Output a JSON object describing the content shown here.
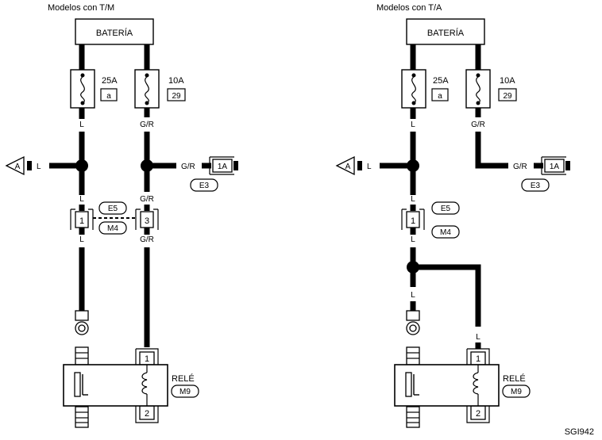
{
  "diagram_code": "SGI942",
  "left": {
    "title": "Modelos con T/M",
    "battery": "BATERÍA",
    "fuse_25": {
      "rating": "25A",
      "id": "a"
    },
    "fuse_10": {
      "rating": "10A",
      "id": "29"
    },
    "wire_L": "L",
    "wire_GR": "G/R",
    "connector_A": "A",
    "connector_1A": "1A",
    "connector_E3": "E3",
    "connector_E5": "E5",
    "connector_M4": "M4",
    "pin_1": "1",
    "pin_3": "3",
    "relay": "RELÉ",
    "relay_id": "M9",
    "relay_pin_1": "1",
    "relay_pin_2": "2"
  },
  "right": {
    "title": "Modelos con T/A",
    "battery": "BATERÍA",
    "fuse_25": {
      "rating": "25A",
      "id": "a"
    },
    "fuse_10": {
      "rating": "10A",
      "id": "29"
    },
    "wire_L": "L",
    "wire_GR": "G/R",
    "connector_A": "A",
    "connector_1A": "1A",
    "connector_E3": "E3",
    "connector_E5": "E5",
    "connector_M4": "M4",
    "pin_1": "1",
    "relay": "RELÉ",
    "relay_id": "M9",
    "relay_pin_1": "1",
    "relay_pin_2": "2"
  }
}
